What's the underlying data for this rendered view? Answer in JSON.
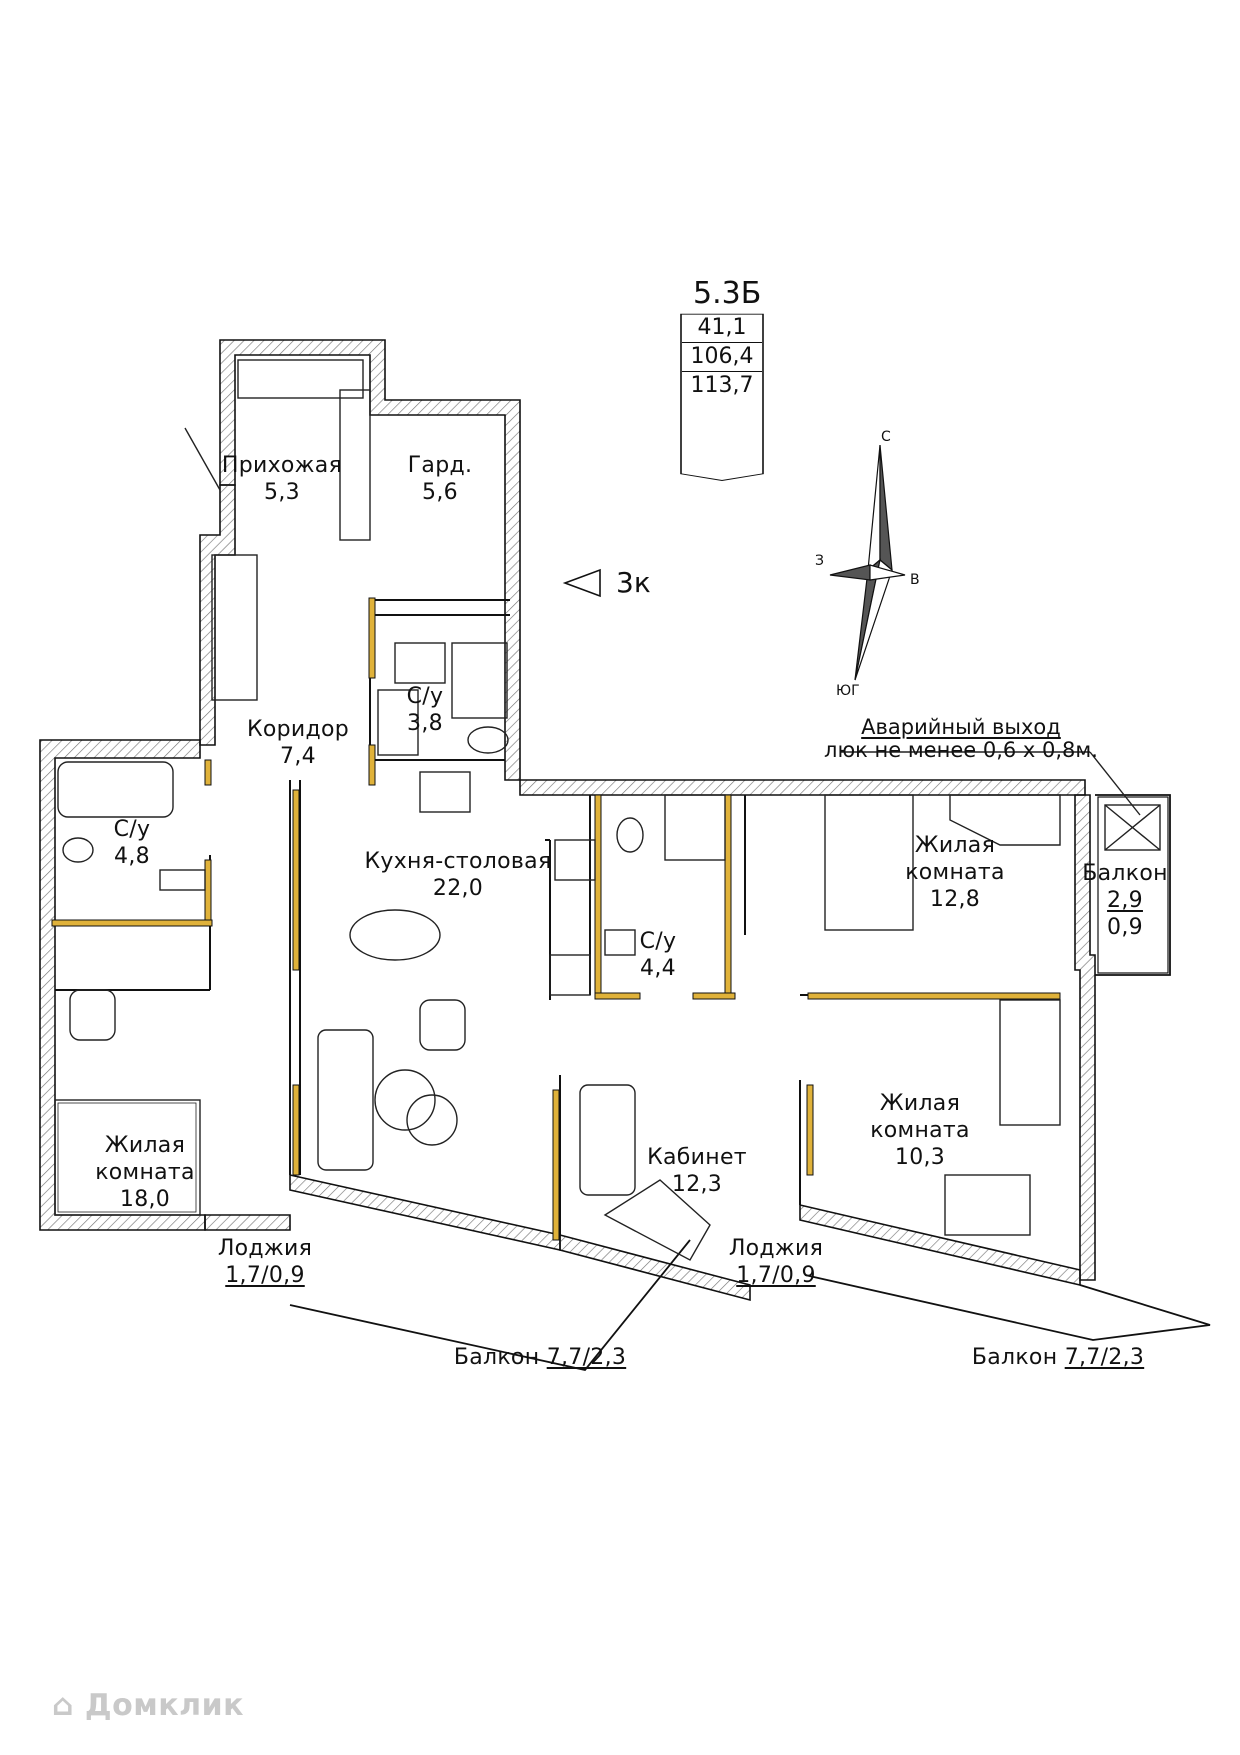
{
  "plan": {
    "code": "5.3Б",
    "rooms_count_label": "3к",
    "areas": [
      "41,1",
      "106,4",
      "113,7"
    ]
  },
  "compass": {
    "north": "С",
    "west": "З",
    "east": "В",
    "south": "ЮГ"
  },
  "emergency_exit": {
    "line1": "Аварийный выход",
    "line2": "люк не менее 0,6 х 0,8м."
  },
  "rooms": {
    "hall": {
      "name": "Прихожая",
      "area": "5,3"
    },
    "wardrobe": {
      "name": "Гард.",
      "area": "5,6"
    },
    "bath1": {
      "name": "С/у",
      "area": "3,8"
    },
    "corridor": {
      "name": "Коридор",
      "area": "7,4"
    },
    "bath2": {
      "name": "С/у",
      "area": "4,8"
    },
    "kitchen": {
      "name": "Кухня-столовая",
      "area": "22,0"
    },
    "bath3": {
      "name": "С/у",
      "area": "4,4"
    },
    "living1": {
      "name1": "Жилая",
      "name2": "комната",
      "area": "12,8"
    },
    "balcony_small": {
      "name": "Балкон",
      "area1": "2,9",
      "area2": "0,9"
    },
    "living2": {
      "name1": "Жилая",
      "name2": "комната",
      "area": "18,0"
    },
    "study": {
      "name": "Кабинет",
      "area": "12,3"
    },
    "living3": {
      "name1": "Жилая",
      "name2": "комната",
      "area": "10,3"
    },
    "loggia1": {
      "name": "Лоджия",
      "area": "1,7/0,9"
    },
    "loggia2": {
      "name": "Лоджия",
      "area": "1,7/0,9"
    },
    "balcony1": {
      "name": "Балкон",
      "area": "7,7/2,3"
    },
    "balcony2": {
      "name": "Балкон",
      "area": "7,7/2,3"
    }
  },
  "watermark": "Домклик",
  "colors": {
    "wall": "#111111",
    "hatch": "#7a7a7a",
    "partition": "#e0b23a",
    "furniture": "#222222"
  }
}
